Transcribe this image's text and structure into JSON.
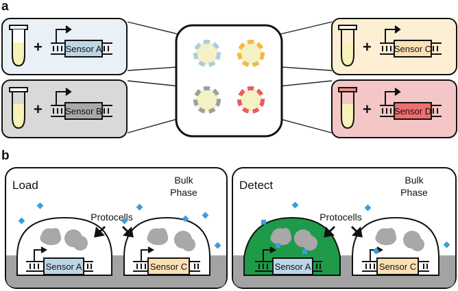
{
  "panel_a": {
    "letter": "a",
    "sensors": [
      {
        "label": "Sensor A",
        "color": "#bcd6e6",
        "box_bg": "#e9f0f6",
        "tube": "#f6f2b8",
        "tube_cap": "#ffffff"
      },
      {
        "label": "Sensor B",
        "color": "#a9a9a9",
        "box_bg": "#d9d9d9",
        "tube": "#f6f2b8",
        "tube_cap": "#ffffff"
      },
      {
        "label": "Sensor C",
        "color": "#fbe0b4",
        "box_bg": "#fcefd3",
        "tube": "#f6f2b8",
        "tube_cap": "#ffffff"
      },
      {
        "label": "Sensor D",
        "color": "#ee6f6f",
        "box_bg": "#f4c6c6",
        "tube": "#f6f2b8",
        "tube_cap": "#f08c8c"
      }
    ],
    "plus": "+",
    "protocell_colors": {
      "A": "#a9cde3",
      "B": "#a0a0a0",
      "C": "#f4b942",
      "D": "#e85d62"
    }
  },
  "panel_b": {
    "letter": "b",
    "load": {
      "title": "Load",
      "bulk": [
        "Bulk",
        "Phase"
      ],
      "protocells": "Protocells",
      "sensor_left": "Sensor A",
      "sensor_right": "Sensor C"
    },
    "detect": {
      "title": "Detect",
      "bulk": [
        "Bulk",
        "Phase"
      ],
      "protocells": "Protocells",
      "sensor_left": "Sensor A",
      "sensor_right": "Sensor C",
      "active_color": "#1e9a48"
    },
    "molecule_color": "#3a9fd9",
    "substrate_color": "#a3a3a3"
  }
}
